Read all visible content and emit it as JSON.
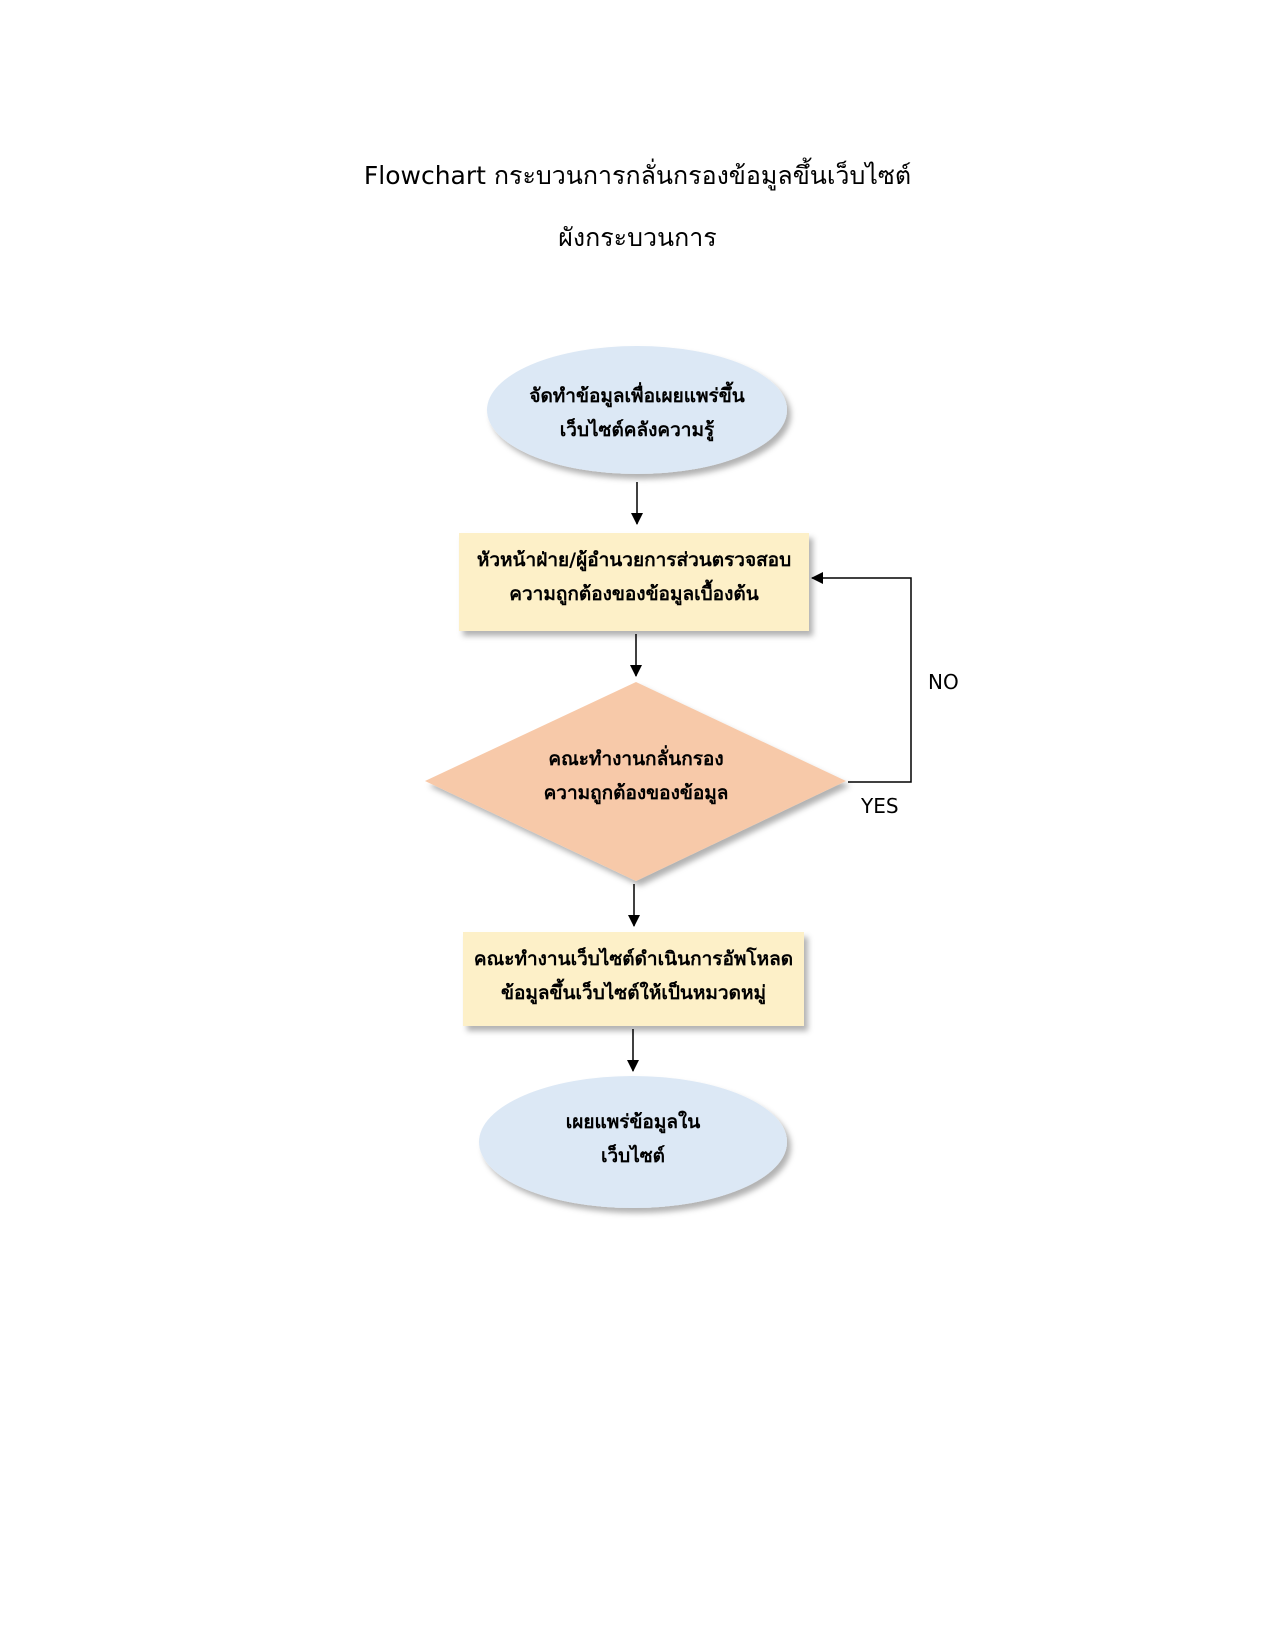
{
  "document": {
    "title": "Flowchart กระบวนการกลั่นกรองข้อมูลขึ้นเว็บไซต์",
    "subtitle": "ผังกระบวนการ"
  },
  "colors": {
    "terminal_fill": "#dce8f5",
    "process_fill": "#fdf0c8",
    "decision_fill": "#f7c9a9",
    "line": "#000000"
  },
  "nodes": {
    "start": {
      "shape": "ellipse",
      "line1": "จัดทำข้อมูลเพื่อเผยแพร่ขึ้น",
      "line2": "เว็บไซต์คลังความรู้"
    },
    "review": {
      "shape": "rectangle",
      "line1": "หัวหน้าฝ่าย/ผู้อำนวยการส่วนตรวจสอบ",
      "line2": "ความถูกต้องของข้อมูลเบื้องต้น"
    },
    "decision": {
      "shape": "diamond",
      "line1": "คณะทำงานกลั่นกรอง",
      "line2": "ความถูกต้องของข้อมูล"
    },
    "upload": {
      "shape": "rectangle",
      "line1": "คณะทำงานเว็บไซต์ดำเนินการอัพโหลด",
      "line2": "ข้อมูลขึ้นเว็บไซต์ให้เป็นหมวดหมู่"
    },
    "end": {
      "shape": "ellipse",
      "line1": "เผยแพร่ข้อมูลใน",
      "line2": "เว็บไซต์"
    }
  },
  "edges": {
    "no_label": "NO",
    "yes_label": "YES"
  }
}
